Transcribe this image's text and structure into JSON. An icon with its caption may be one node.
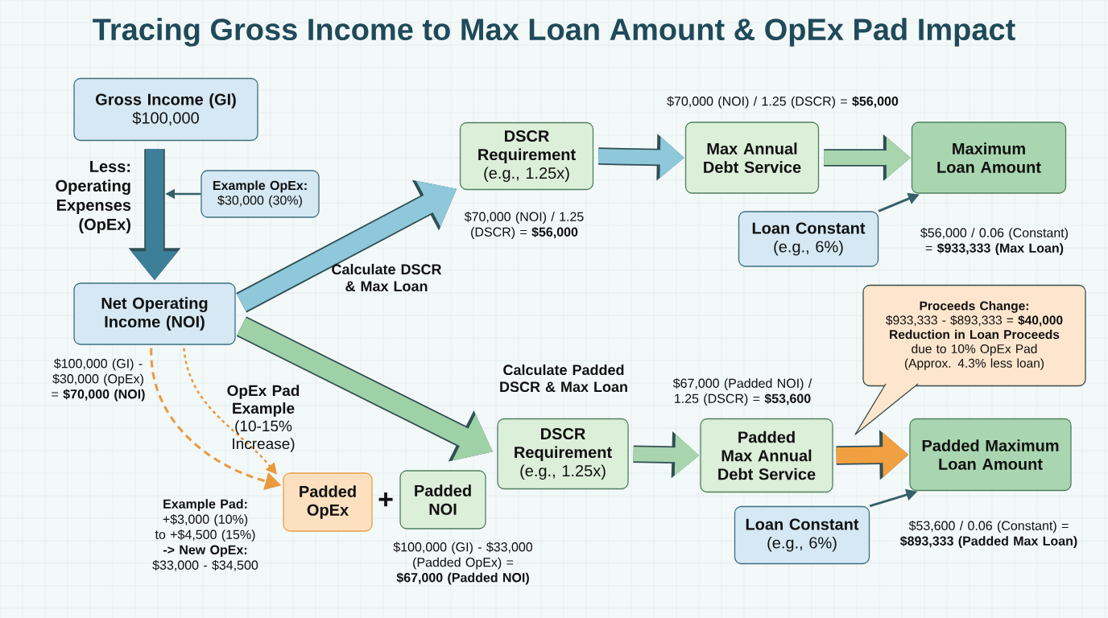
{
  "diagram": {
    "title": "Tracing Gross Income to Max Loan Amount & OpEx Pad Impact",
    "nodes": [
      {
        "text": [
          "Gross Income (GI)",
          "$100,000"
        ]
      },
      {
        "text": [
          "Example OpEx:",
          "$30,000 (30%)"
        ]
      },
      {
        "text": [
          "Net Operating Income (NOI)"
        ],
        "beside": [
          "$100,000 (GI) - $30,000 (OpEx) = **$70,000 (NOI)**"
        ]
      },
      {
        "text": [
          "DSCR Requirement",
          "(e.g., 1.25x)"
        ],
        "beside": [
          "$70,000 (NOI) / 1.25 (DSCR) = **$56,000**"
        ]
      },
      {
        "text": [
          "Max Annual Debt Service"
        ],
        "beside": [
          "$70,000 (NOI) / 1.25 (DSCR) = **$56,000**"
        ]
      },
      {
        "text": [
          "Maximum Loan Amount"
        ],
        "beside": [
          "$56,000 / 0.06 (Constant) = **$933,333 (Max Loan)**"
        ]
      },
      {
        "text": [
          "Loan Constant",
          "(e.g., 6%)"
        ]
      },
      {
        "text": [
          "Padded OpEx"
        ],
        "beside": [
          "**Example Pad:** +$3,000 (10%) to +$4,500 (15%) **-> New OpEx:** $33,000 - $34,500"
        ]
      },
      {
        "text": [
          "Padded NOI"
        ],
        "beside": [
          "$100,000 (GI) - $33,000 (Padded OpEx) = **$67,000 (Padded NOI)**"
        ]
      },
      {
        "text": [
          "DSCR Requirement",
          "(e.g., 1.25x)"
        ]
      },
      {
        "text": [
          "Padded Max Annual Debt Service"
        ],
        "beside": [
          "$67,000 (Padded NOI) / 1.25 (DSCR) = **$53,600**"
        ]
      },
      {
        "text": [
          "Padded Maximum Loan Amount"
        ],
        "beside": [
          "$53,600 / 0.06 (Constant) = **$893,333 (Padded Max Loan)**"
        ]
      },
      {
        "text": [
          "Loan Constant",
          "(e.g., 6%)"
        ]
      },
      {
        "text": [
          "Proceeds Change:",
          "$933,333 - $893,333 = **$40,000**",
          "Reduction in Loan Proceeds",
          "due to 10% OpEx Pad (Approx. 4.3% less loan)"
        ]
      }
    ],
    "edges": [
      {
        "from": 0,
        "to": 2,
        "arrow": "to",
        "color": "#3d7f99",
        "label": "Less: Operating Expenses (OpEx)"
      },
      {
        "from": 1,
        "to": null,
        "arrow": "to"
      },
      {
        "from": 2,
        "to": 3,
        "arrow": "to",
        "color": "#8ec8da",
        "label": "Calculate DSCR & Max Loan"
      },
      {
        "from": 2,
        "to": 9,
        "arrow": "to",
        "color": "#9fd1a6",
        "label": "Calculate Padded DSCR & Max Loan"
      },
      {
        "from": 2,
        "to": 7,
        "arrow": "to",
        "style": "dashed",
        "color": "#e99a3e",
        "label": "**OpEx Pad Example** (10-15% Increase)"
      },
      {
        "from": 2,
        "to": 7,
        "arrow": "to",
        "style": "dashed",
        "color": "#e99a3e"
      },
      {
        "from": 3,
        "to": 4,
        "arrow": "to",
        "color": "#8ec8da"
      },
      {
        "from": 4,
        "to": 5,
        "arrow": "to",
        "color": "#a8d5ad"
      },
      {
        "from": 6,
        "to": 5,
        "arrow": "to"
      },
      {
        "from": 9,
        "to": 10,
        "arrow": "to",
        "color": "#a8d5ad"
      },
      {
        "from": 10,
        "to": 11,
        "arrow": "to",
        "color": "#f0a040"
      },
      {
        "from": 12,
        "to": 11,
        "arrow": "to"
      }
    ],
    "labels": [
      "+"
    ]
  }
}
